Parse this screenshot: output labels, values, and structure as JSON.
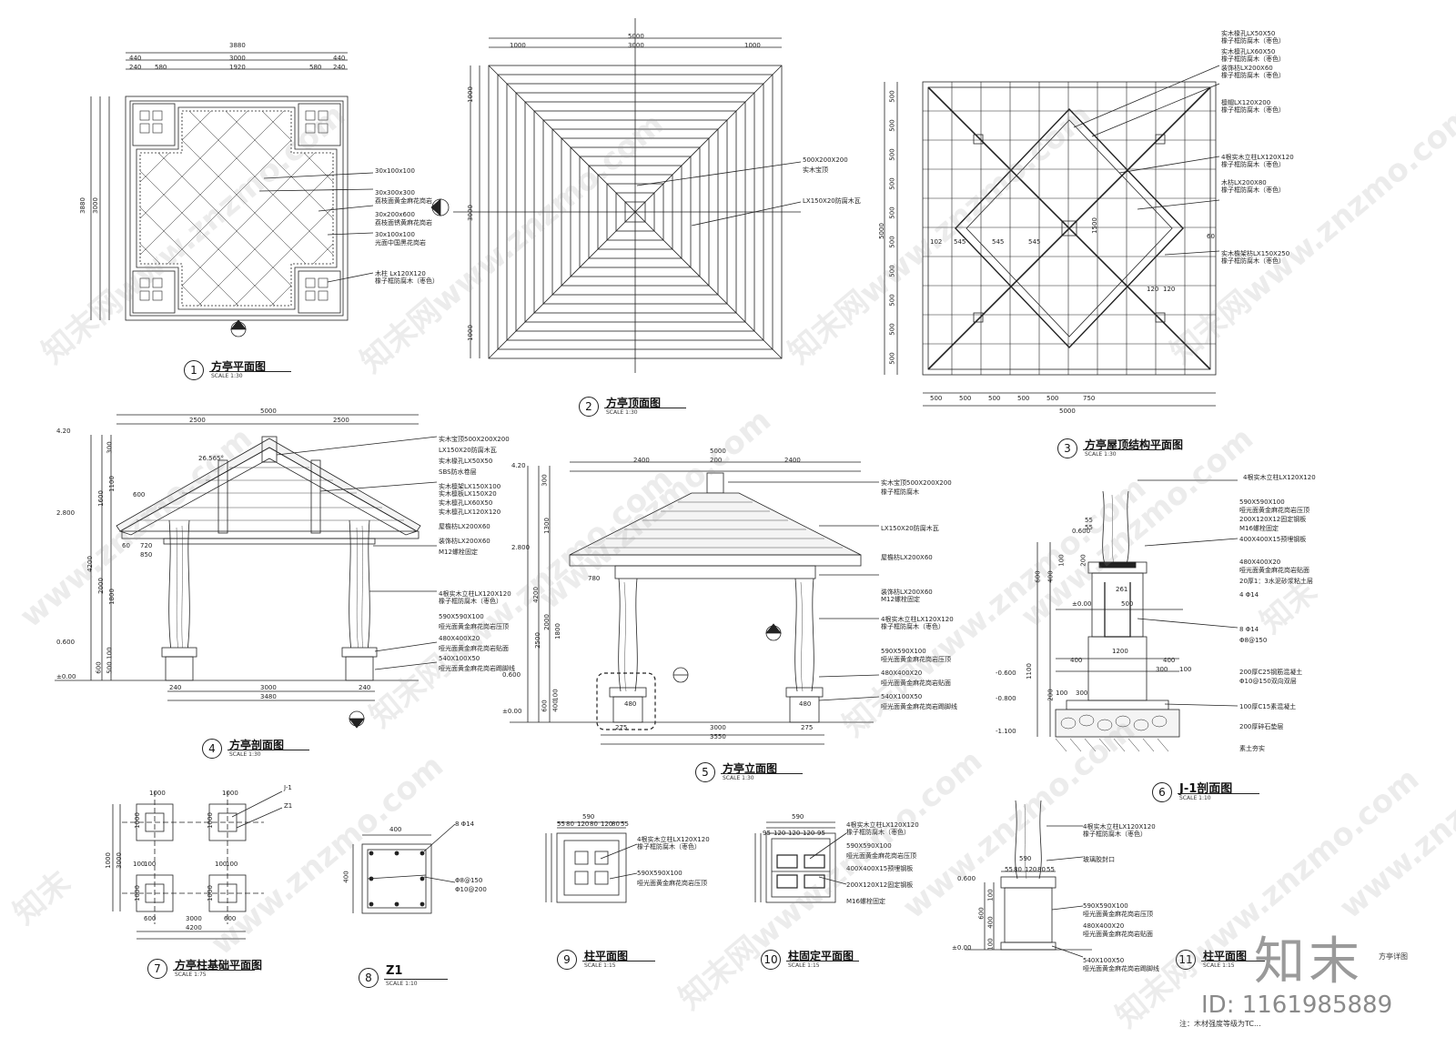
{
  "views": [
    {
      "num": "1",
      "title": "方亭平面图",
      "scale": "SCALE        1:30"
    },
    {
      "num": "2",
      "title": "方亭顶面图",
      "scale": "SCALE        1:30"
    },
    {
      "num": "3",
      "title": "方亭屋顶结构平面图",
      "scale": "SCALE        1:30"
    },
    {
      "num": "4",
      "title": "方亭剖面图",
      "scale": "SCALE        1:30"
    },
    {
      "num": "5",
      "title": "方亭立面图",
      "scale": "SCALE        1:30"
    },
    {
      "num": "6",
      "title": "J-1剖面图",
      "scale": "SCALE        1:10"
    },
    {
      "num": "7",
      "title": "方亭柱基础平面图",
      "scale": "SCALE        1:75"
    },
    {
      "num": "8",
      "title": "Z1",
      "scale": "SCALE        1:10"
    },
    {
      "num": "9",
      "title": "柱平面图",
      "scale": "SCALE        1:15"
    },
    {
      "num": "10",
      "title": "柱固定平面图",
      "scale": "SCALE        1:15"
    },
    {
      "num": "11",
      "title": "柱平面图",
      "scale": "SCALE        1:15"
    }
  ],
  "plan1": {
    "dims_top": [
      "3880",
      "440",
      "3000",
      "440",
      "240",
      "580",
      "1920",
      "580",
      "240"
    ],
    "dims_left": [
      "3880",
      "3000"
    ],
    "notes": [
      "30x100x100",
      "30x300x300",
      "荔枝面黄金麻花岗岩",
      "30x200x600",
      "荔枝面锈黄麻花岗岩",
      "30x100x100",
      "光面中国黑花岗岩",
      "木柱 Lx120X120",
      "橡子框防腐木（枣色）"
    ]
  },
  "plan2": {
    "dims_top": [
      "5000",
      "1000",
      "3000",
      "1000"
    ],
    "dims_left": [
      "1000",
      "3000",
      "1000"
    ],
    "notes": [
      "500X200X200",
      "实木宝顶",
      "LX150X20防腐木瓦"
    ]
  },
  "plan3": {
    "dims_bottom": [
      "500",
      "500",
      "500",
      "500",
      "500",
      "750",
      "5000"
    ],
    "dims_left": [
      "500",
      "500",
      "500",
      "500",
      "500",
      "500",
      "500",
      "500",
      "500",
      "500",
      "5000"
    ],
    "dims_inner": [
      "102",
      "545",
      "545",
      "545",
      "1500",
      "120",
      "120",
      "60"
    ],
    "notes": [
      "实木椽孔LX50X50",
      "橡子框防腐木（枣色）",
      "实木檩孔LX60X50",
      "橡子框防腐木（枣色）",
      "装饰枋LX200X60",
      "橡子框防腐木（枣色）",
      "檩帽LX120X200",
      "橡子框防腐木（枣色）",
      "4根实木立柱LX120X120",
      "橡子框防腐木（枣色）",
      "木枋LX200X80",
      "橡子框防腐木（枣色）",
      "实木檐架枋LX150X250",
      "橡子框防腐木（枣色）"
    ]
  },
  "sec4": {
    "dims_top": [
      "5000",
      "2500",
      "2500"
    ],
    "levels": [
      "4.20",
      "2.800",
      "0.600",
      "±0.00"
    ],
    "dims_left": [
      "300",
      "1100",
      "1600",
      "4200",
      "2000",
      "1800",
      "100",
      "500",
      "600"
    ],
    "dims_bottom": [
      "240",
      "3000",
      "240",
      "3480"
    ],
    "dims_misc": [
      "600",
      "60",
      "720",
      "850",
      "26.565°"
    ],
    "notes": [
      "实木宝顶500X200X200",
      "LX150X20防腐木瓦",
      "实木椽孔LX50X50",
      "SBS防水卷层",
      "实木檩架LX150X100",
      "实木檩板LX150X20",
      "实木檩孔LX60X50",
      "实木檩孔LX120X120",
      "屋檐枋LX200X60",
      "装饰枋LX200X60",
      "M12螺栓固定",
      "4根实木立柱LX120X120",
      "橡子框防腐木（枣色）",
      "590X590X100",
      "哑光面黄金麻花岗岩压顶",
      "480X400X20",
      "哑光面黄金麻花岗岩贴面",
      "540X100X50",
      "哑光面黄金麻花岗岩踢脚线"
    ]
  },
  "elev5": {
    "dims_top": [
      "5000",
      "2400",
      "200",
      "2400"
    ],
    "levels": [
      "4.20",
      "2.800",
      "0.600",
      "±0.00"
    ],
    "dims_left": [
      "300",
      "1300",
      "4200",
      "2000",
      "1800",
      "2500",
      "100",
      "400",
      "600"
    ],
    "dims_bottom": [
      "275",
      "3000",
      "275",
      "3550"
    ],
    "dims_misc": [
      "780",
      "480",
      "480"
    ],
    "notes": [
      "实木宝顶500X200X200",
      "橡子框防腐木",
      "LX150X20防腐木瓦",
      "屋檐枋LX200X60",
      "装饰枋LX200X60",
      "M12螺栓固定",
      "4根实木立柱LX120X120",
      "橡子框防腐木（枣色）",
      "590X590X100",
      "哑光面黄金麻花岗岩压顶",
      "480X400X20",
      "哑光面黄金麻花岗岩贴面",
      "540X100X50",
      "哑光面黄金麻花岗岩踢脚线"
    ]
  },
  "sec6": {
    "levels": [
      "0.600",
      "±0.00",
      "-0.600",
      "-0.800",
      "-1.100"
    ],
    "dims": [
      "600",
      "400",
      "100",
      "55",
      "55",
      "200",
      "500",
      "400",
      "1200",
      "400",
      "300",
      "300",
      "100",
      "100",
      "1100",
      "200",
      "261"
    ],
    "notes": [
      "4根实木立柱LX120X120",
      "590X590X100",
      "哑光面黄金麻花岗岩压顶",
      "200X120X12固定钢板",
      "M16螺栓固定",
      "400X400X15预埋钢板",
      "480X400X20",
      "哑光面黄金麻花岗岩贴面",
      "20厚1：3水泥砂浆粘土层",
      "4 Φ14",
      "8 Φ14",
      "Φ8@150",
      "200厚C25钢筋混凝土",
      "Φ10@150双向双层",
      "100厚C15素混凝土",
      "200厚碎石垫层",
      "素土夯实"
    ]
  },
  "plan7": {
    "dims": [
      "1000",
      "1000",
      "1000",
      "1000",
      "1000",
      "1000",
      "1000",
      "3000",
      "600",
      "3000",
      "600",
      "4200",
      "100",
      "100",
      "100",
      "100"
    ],
    "tags": [
      "J-1",
      "Z1"
    ]
  },
  "plan8": {
    "dims": [
      "400",
      "400"
    ],
    "notes": [
      "8 Φ14",
      "Φ8@150",
      "Φ10@200"
    ]
  },
  "plan9": {
    "dims": [
      "590",
      "55",
      "80",
      "120",
      "80",
      "120",
      "80",
      "55"
    ],
    "notes": [
      "4根实木立柱LX120X120",
      "橡子框防腐木（枣色）",
      "590X590X100",
      "哑光面黄金麻花岗岩压顶"
    ]
  },
  "plan10": {
    "dims": [
      "590",
      "95",
      "120",
      "120",
      "120",
      "95"
    ],
    "notes": [
      "4根实木立柱LX120X120",
      "橡子框防腐木（枣色）",
      "590X590X100",
      "哑光面黄金麻花岗岩压顶",
      "400X400X15预埋钢板",
      "200X120X12固定钢板",
      "M16螺栓固定"
    ]
  },
  "plan11": {
    "levels": [
      "0.600",
      "±0.00"
    ],
    "dims": [
      "590",
      "55",
      "80",
      "120",
      "80",
      "55",
      "100",
      "600",
      "400",
      "100"
    ],
    "notes": [
      "4根实木立柱LX120X120",
      "橡子框防腐木（枣色）",
      "玻璃胶封口",
      "590X590X100",
      "哑光面黄金麻花岗岩压顶",
      "480X400X20",
      "哑光面黄金麻花岗岩贴面",
      "540X100X50",
      "哑光面黄金麻花岗岩踢脚线"
    ]
  },
  "sheet": {
    "name": "方亭详图",
    "note": "注：木材强度等级为TC..."
  },
  "watermarks": [
    "知末网www.znzmo.com",
    "知末",
    "www.znzmo.com"
  ],
  "brand": {
    "logo": "知末",
    "id": "ID: 1161985889"
  }
}
